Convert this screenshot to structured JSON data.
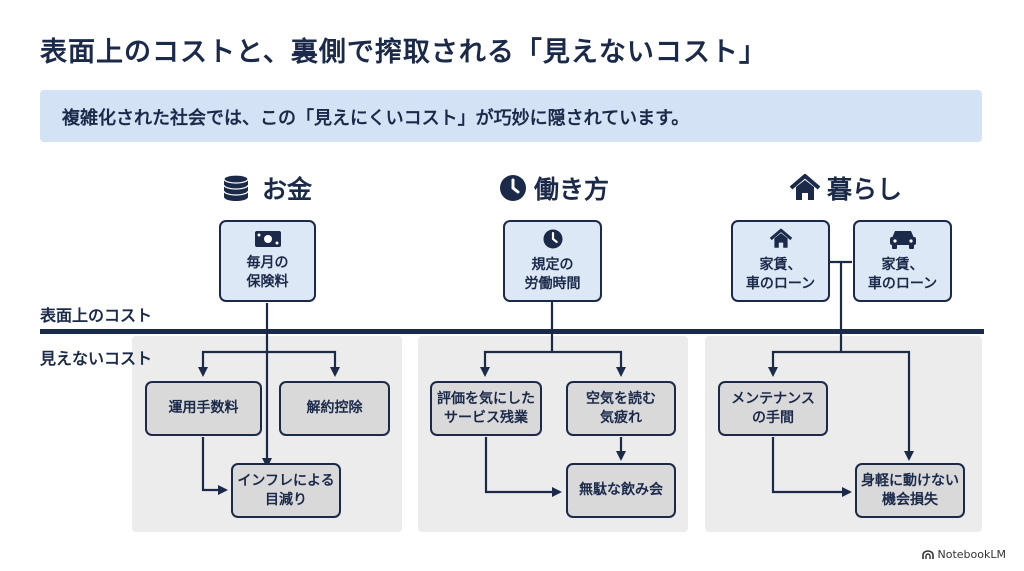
{
  "title": "表面上のコストと、裏側で搾取される「見えないコスト」",
  "banner": "複雑化された社会では、この「見えにくいコスト」が巧妙に隠されています。",
  "layers": {
    "surface": "表面上のコスト",
    "hidden": "見えないコスト"
  },
  "columns": [
    {
      "heading": "お金",
      "icon": "coins-icon",
      "top": [
        {
          "label": "毎月の\n保険料",
          "icon": "money-bill-icon"
        }
      ],
      "hidden": [
        "運用手数料",
        "解約控除",
        "インフレによる\n目減り"
      ]
    },
    {
      "heading": "働き方",
      "icon": "clock-icon",
      "top": [
        {
          "label": "規定の\n労働時間",
          "icon": "clock-icon"
        }
      ],
      "hidden": [
        "評価を気にした\nサービス残業",
        "空気を読む\n気疲れ",
        "無駄な飲み会"
      ]
    },
    {
      "heading": "暮らし",
      "icon": "house-icon",
      "top": [
        {
          "label": "家賃、\n車のローン",
          "icon": "house-icon"
        },
        {
          "label": "家賃、\n車のローン",
          "icon": "car-icon"
        }
      ],
      "hidden": [
        "メンテナンス\nの手間",
        "身軽に動けない\n機会損失"
      ]
    }
  ],
  "brand": "NotebookLM"
}
